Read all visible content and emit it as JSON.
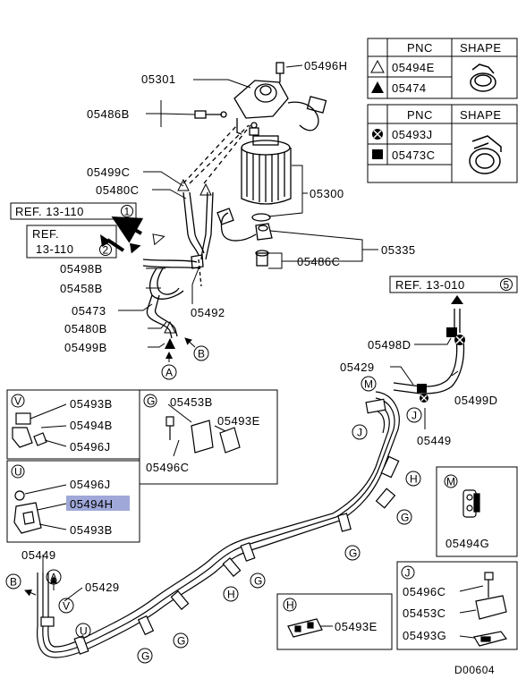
{
  "pnc_table_1": {
    "header_pnc": "PNC",
    "header_shape": "SHAPE",
    "rows": [
      {
        "symbol": "open-triangle",
        "pnc": "05494E"
      },
      {
        "symbol": "filled-triangle",
        "pnc": "05474"
      }
    ]
  },
  "pnc_table_2": {
    "header_pnc": "PNC",
    "header_shape": "SHAPE",
    "rows": [
      {
        "symbol": "x-circle",
        "pnc": "05493J"
      },
      {
        "symbol": "filled-square",
        "pnc": "05473C"
      }
    ]
  },
  "labels": {
    "l05301": "05301",
    "l05496H": "05496H",
    "l05486B": "05486B",
    "l05499C": "05499C",
    "l05480C": "05480C",
    "ref_13_110_1": "REF. 13-110",
    "ref_13_110_1_num": "1",
    "ref_13_110_2_line1": "REF.",
    "ref_13_110_2_line2": "13-110",
    "ref_13_110_2_num": "2",
    "l05300": "05300",
    "l05335": "05335",
    "l05486C": "05486C",
    "l05498B": "05498B",
    "l05458B": "05458B",
    "l05473": "05473",
    "l05492": "05492",
    "l05480B": "05480B",
    "l05499B": "05499B",
    "ref_13_010": "REF. 13-010",
    "ref_13_010_num": "5",
    "l05498D": "05498D",
    "l05429_top": "05429",
    "l05499D": "05499D",
    "l05449_top": "05449",
    "l05449_bot": "05449",
    "l05429_bot": "05429",
    "code": "D00604"
  },
  "callouts": {
    "A": "A",
    "B": "B",
    "G": "G",
    "H": "H",
    "J": "J",
    "M": "M",
    "U": "U",
    "V": "V"
  },
  "box_V": {
    "tag": "V",
    "parts": [
      "05493B",
      "05494B",
      "05496J"
    ]
  },
  "box_G": {
    "tag": "G",
    "parts": [
      "05453B",
      "05493E",
      "05496C"
    ]
  },
  "box_U": {
    "tag": "U",
    "parts": [
      "05496J",
      "05494H",
      "05493B"
    ],
    "highlighted": "05494H"
  },
  "box_M": {
    "tag": "M",
    "parts": [
      "05494G"
    ]
  },
  "box_H": {
    "tag": "H",
    "parts": [
      "05493E"
    ]
  },
  "box_J": {
    "tag": "J",
    "parts": [
      "05496C",
      "05453C",
      "05493G"
    ]
  },
  "colors": {
    "highlight": "#9fa8d8",
    "line": "#000000"
  }
}
